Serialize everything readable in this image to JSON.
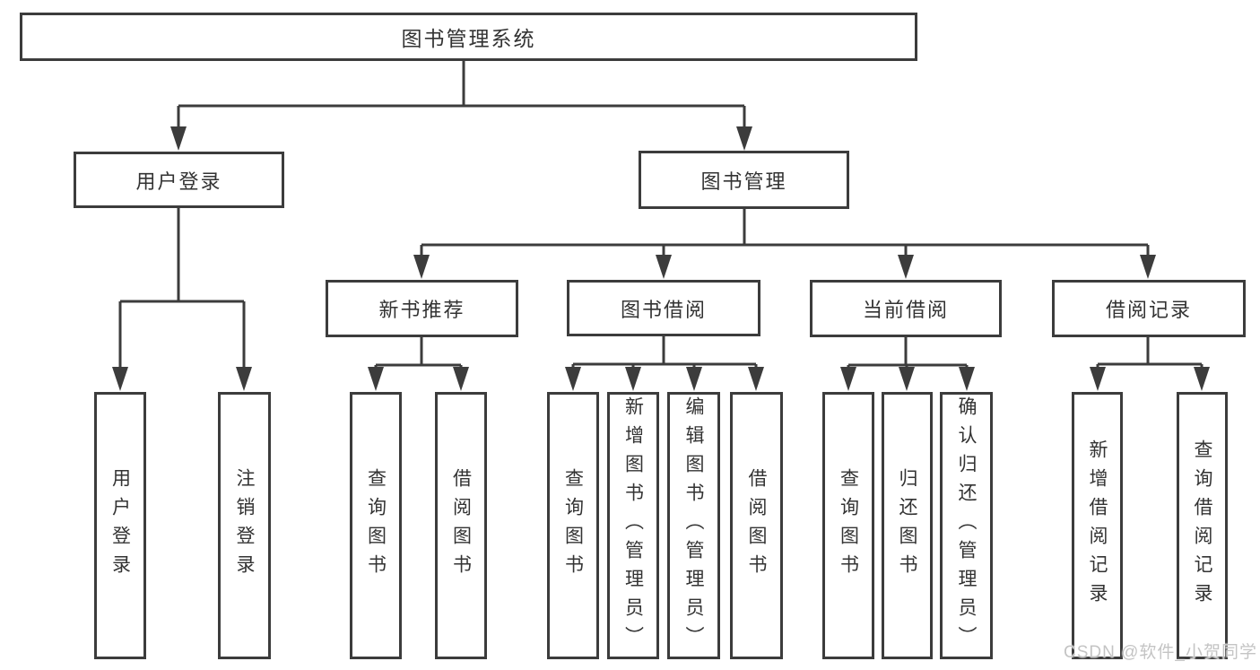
{
  "diagram": {
    "background": "#ffffff",
    "line_color": "#3c3c3c",
    "text_color": "#333333",
    "watermark": {
      "text": "CSDN @软件_小贺同学",
      "color": "#c4c4c4"
    },
    "root": {
      "label": "图书管理系统"
    },
    "branches": [
      {
        "label": "用户登录",
        "children": [
          {
            "label": "用户登录"
          },
          {
            "label": "注销登录"
          }
        ]
      },
      {
        "label": "图书管理",
        "children": [
          {
            "label": "新书推荐",
            "children": [
              {
                "label": "查询图书"
              },
              {
                "label": "借阅图书"
              }
            ]
          },
          {
            "label": "图书借阅",
            "children": [
              {
                "label": "查询图书"
              },
              {
                "label": "新增图书（管理员）"
              },
              {
                "label": "编辑图书（管理员）"
              },
              {
                "label": "借阅图书"
              }
            ]
          },
          {
            "label": "当前借阅",
            "children": [
              {
                "label": "查询图书"
              },
              {
                "label": "归还图书"
              },
              {
                "label": "确认归还（管理员）"
              }
            ]
          },
          {
            "label": "借阅记录",
            "children": [
              {
                "label": "新增借阅记录"
              },
              {
                "label": "查询借阅记录"
              }
            ]
          }
        ]
      }
    ]
  }
}
